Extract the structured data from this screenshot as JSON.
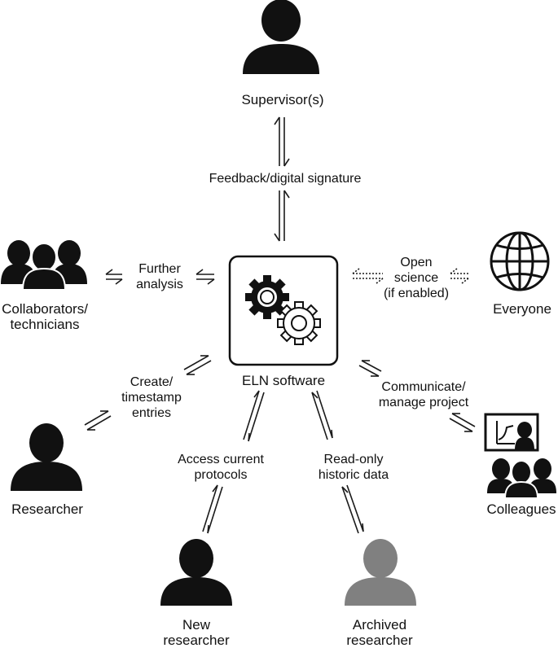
{
  "center": {
    "label": "ELN software",
    "icon": "gears-icon"
  },
  "nodes": {
    "supervisor": {
      "label": "Supervisor(s)",
      "icon": "person-icon"
    },
    "collaborators": {
      "label": "Collaborators/\ntechnicians",
      "icon": "group-icon"
    },
    "everyone": {
      "label": "Everyone",
      "icon": "globe-icon"
    },
    "researcher": {
      "label": "Researcher",
      "icon": "person-icon"
    },
    "colleagues": {
      "label": "Colleagues",
      "icon": "presentation-audience-icon"
    },
    "new_researcher": {
      "label": "New\nresearcher",
      "icon": "person-icon"
    },
    "archived_researcher": {
      "label": "Archived\nresearcher",
      "icon": "person-icon-grey"
    }
  },
  "edges": {
    "supervisor": "Feedback/digital signature",
    "collaborators": "Further\nanalysis",
    "everyone": "Open\nscience\n(if enabled)",
    "researcher": "Create/\ntimestamp\nentries",
    "colleagues": "Communicate/\nmanage project",
    "new_researcher": "Access current\nprotocols",
    "archived_researcher": "Read-only\nhistoric data"
  },
  "colors": {
    "ink": "#111111",
    "archived": "#808080",
    "stroke": "#1a1a1a"
  }
}
